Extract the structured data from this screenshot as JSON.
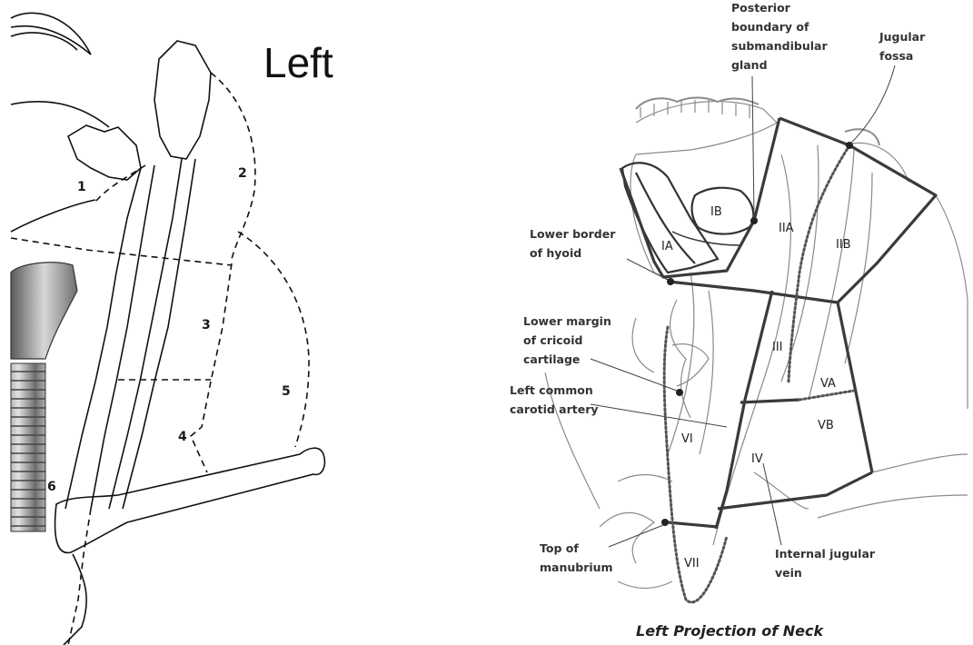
{
  "left_panel": {
    "title": "Left",
    "zones": [
      "1",
      "2",
      "3",
      "4",
      "5",
      "6"
    ]
  },
  "right_panel": {
    "caption": "Left Projection of Neck",
    "annotations": {
      "posterior_boundary": [
        "Posterior",
        "boundary of",
        "submandibular",
        "gland"
      ],
      "jugular_fossa": [
        "Jugular",
        "fossa"
      ],
      "lower_border_hyoid": [
        "Lower border",
        "of hyoid"
      ],
      "lower_margin_cricoid": [
        "Lower margin",
        "of cricoid",
        "cartilage"
      ],
      "left_common_carotid": [
        "Left common",
        "carotid artery"
      ],
      "top_of_manubrium": [
        "Top of",
        "manubrium"
      ],
      "internal_jugular": [
        "Internal jugular",
        "vein"
      ]
    },
    "levels": [
      "IA",
      "IB",
      "IIA",
      "IIB",
      "III",
      "VA",
      "VB",
      "IV",
      "VI",
      "VII"
    ]
  },
  "colors": {
    "background": "#ffffff",
    "ink": "#222222",
    "boundary": "#3a3a3a",
    "sketch": "#8a8a8a"
  }
}
